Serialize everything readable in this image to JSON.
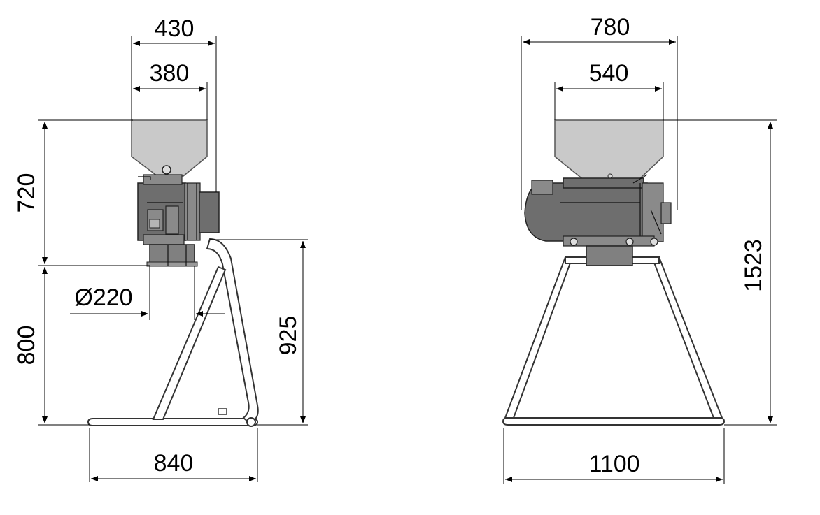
{
  "side_view": {
    "dims": {
      "hopper_outer_width": "430",
      "hopper_inner_width": "380",
      "upper_height": "720",
      "lower_height": "800",
      "outlet_diameter": "Ø220",
      "frame_height": "925",
      "base_depth": "840"
    }
  },
  "front_view": {
    "dims": {
      "total_width": "780",
      "hopper_width": "540",
      "total_height": "1523",
      "base_width": "1100"
    }
  },
  "colors": {
    "hopper": "#c9c9c9",
    "body": "#6e6e6e",
    "line": "#000000"
  }
}
